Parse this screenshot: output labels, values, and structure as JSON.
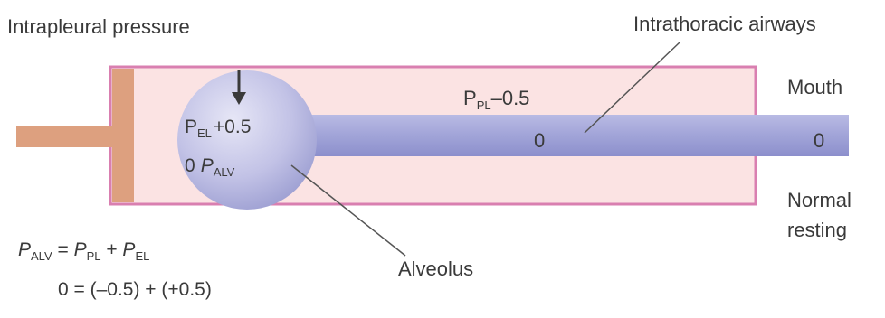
{
  "labels": {
    "intrapleural_pressure": "Intrapleural pressure",
    "intrathoracic_airways": "Intrathoracic airways",
    "mouth": "Mouth",
    "normal_line1": "Normal",
    "normal_line2": "resting",
    "alveolus": "Alveolus"
  },
  "chest": {
    "ppl_symbol": "P",
    "ppl_sub": "PL",
    "ppl_value": "–0.5",
    "airway_pressure": "0",
    "mouth_pressure": "0"
  },
  "alveolus": {
    "pel_symbol": "P",
    "pel_sub": "EL",
    "pel_value": "+0.5",
    "palv_zero": "0",
    "palv_symbol": "P",
    "palv_sub": "ALV"
  },
  "equation": {
    "lhs_symbol": "P",
    "lhs_sub": "ALV",
    "equals": " = ",
    "t1_symbol": "P",
    "t1_sub": "PL",
    "plus": " + ",
    "t2_symbol": "P",
    "t2_sub": "EL",
    "line2": "0 = (–0.5) + (+0.5)"
  },
  "colors": {
    "chest_fill": "#fbe3e3",
    "chest_border": "#d97fb0",
    "piston": "#dda07f",
    "airway": "#9fa2d6",
    "alveolus": "#c4c4e6",
    "text": "#3a3a3a"
  }
}
